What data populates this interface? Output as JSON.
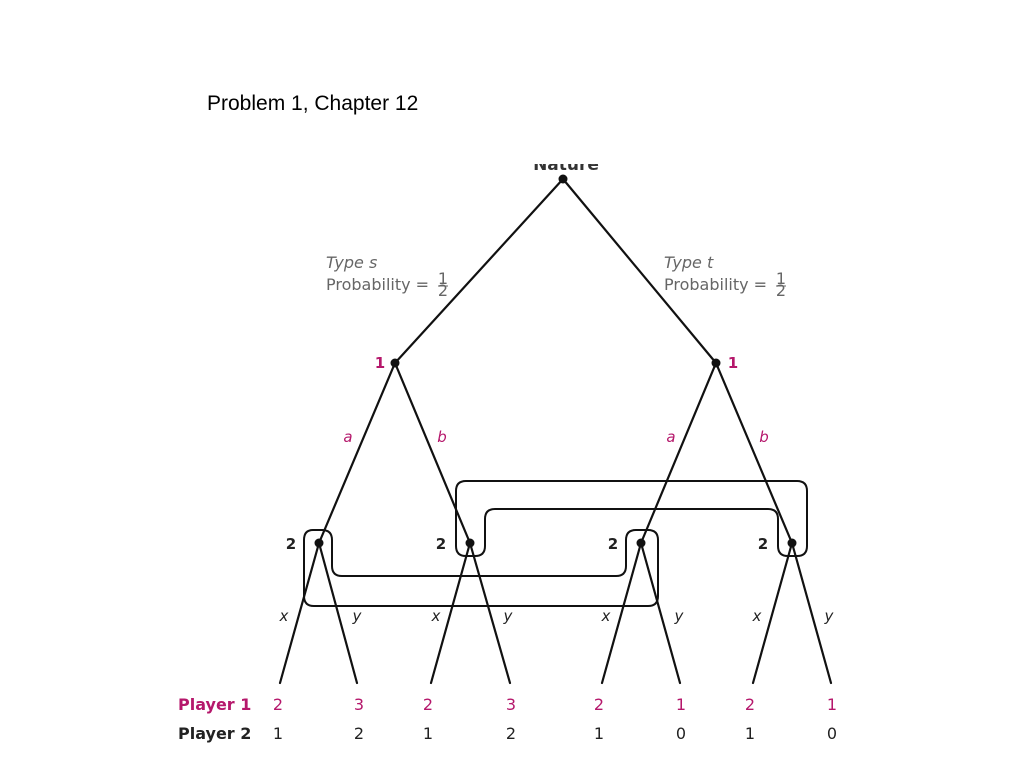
{
  "slide": {
    "title": "Problem 1, Chapter 12"
  },
  "colors": {
    "player1": "#b5176b",
    "player2": "#222222",
    "annotation": "#666666",
    "line": "#111111"
  },
  "tree": {
    "root_label": "Nature",
    "types": [
      {
        "type_label": "Type s",
        "prob_text": "Probability =",
        "prob_num": "1",
        "prob_den": "2"
      },
      {
        "type_label": "Type t",
        "prob_text": "Probability =",
        "prob_num": "1",
        "prob_den": "2"
      }
    ],
    "player1_nodes": [
      {
        "label": "1",
        "moves": [
          "a",
          "b"
        ]
      },
      {
        "label": "1",
        "moves": [
          "a",
          "b"
        ]
      }
    ],
    "player2_nodes": [
      {
        "label": "2",
        "moves": [
          "x",
          "y"
        ]
      },
      {
        "label": "2",
        "moves": [
          "x",
          "y"
        ]
      },
      {
        "label": "2",
        "moves": [
          "x",
          "y"
        ]
      },
      {
        "label": "2",
        "moves": [
          "x",
          "y"
        ]
      }
    ]
  },
  "payoffs": {
    "player1_label": "Player 1",
    "player2_label": "Player 2",
    "player1": [
      "2",
      "3",
      "2",
      "3",
      "2",
      "1",
      "2",
      "1"
    ],
    "player2": [
      "1",
      "2",
      "1",
      "2",
      "1",
      "0",
      "1",
      "0"
    ]
  }
}
